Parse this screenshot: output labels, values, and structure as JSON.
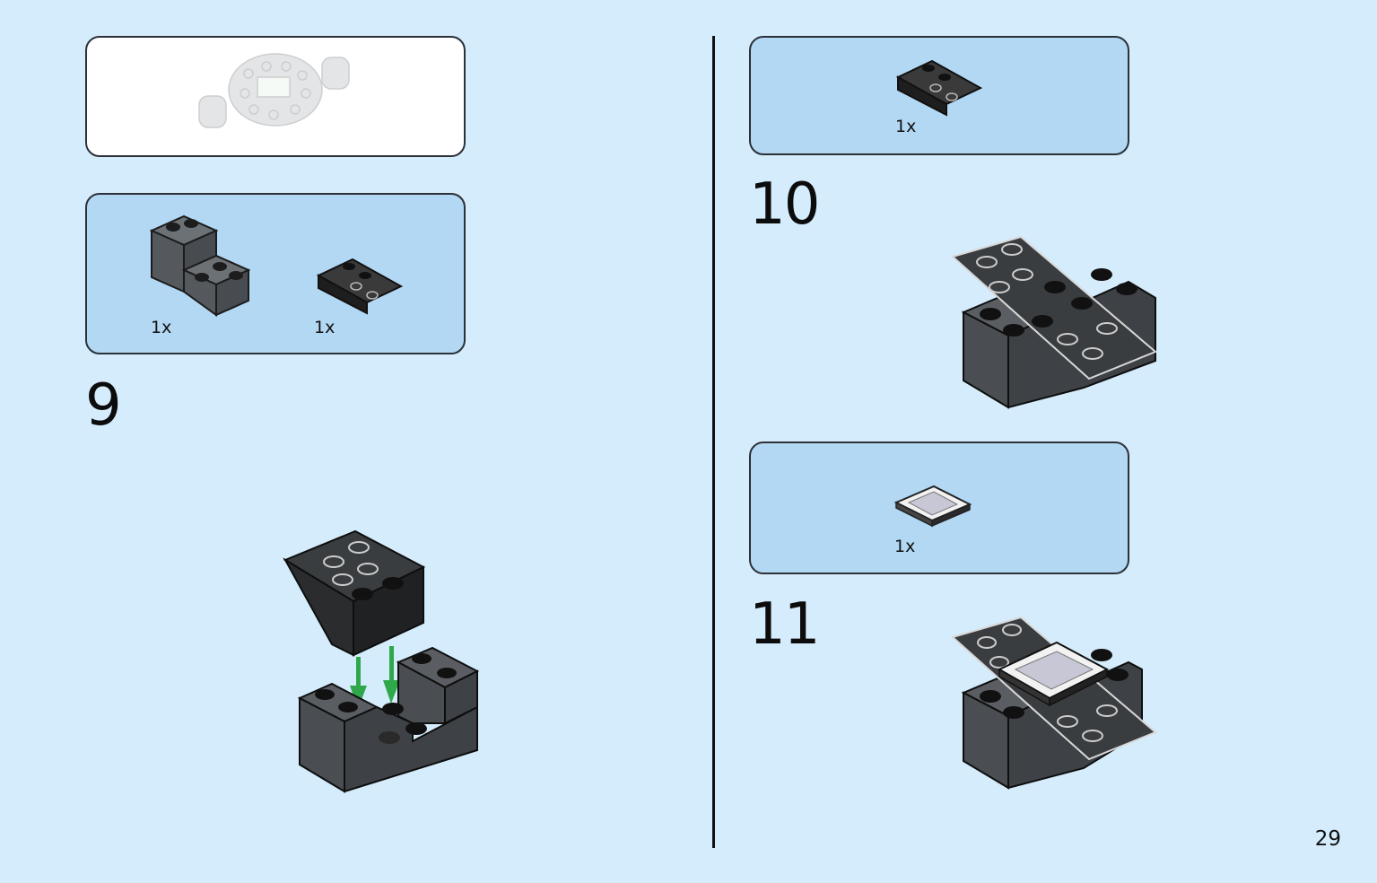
{
  "page": {
    "number": "29"
  },
  "left": {
    "context_panel": {
      "part": "grey-round-turntable-assembly"
    },
    "parts_panel": {
      "items": [
        {
          "qty": "1x",
          "part": "dark-grey-bracket-brick"
        },
        {
          "qty": "1x",
          "part": "black-inverted-slope"
        }
      ]
    },
    "step": {
      "number": "9"
    }
  },
  "right": {
    "parts_panel_top": {
      "items": [
        {
          "qty": "1x",
          "part": "black-inverted-slope"
        }
      ]
    },
    "step_10": {
      "number": "10"
    },
    "parts_panel_mid": {
      "items": [
        {
          "qty": "1x",
          "part": "printed-tile-2x2"
        }
      ]
    },
    "step_11": {
      "number": "11"
    }
  },
  "colors": {
    "page_bg": "#d4ecfb",
    "panel_bg": "#b3d8f3",
    "brick_dark_grey": "#555a5e",
    "brick_black": "#2a2a2a",
    "arrow_green": "#2ea84a"
  }
}
